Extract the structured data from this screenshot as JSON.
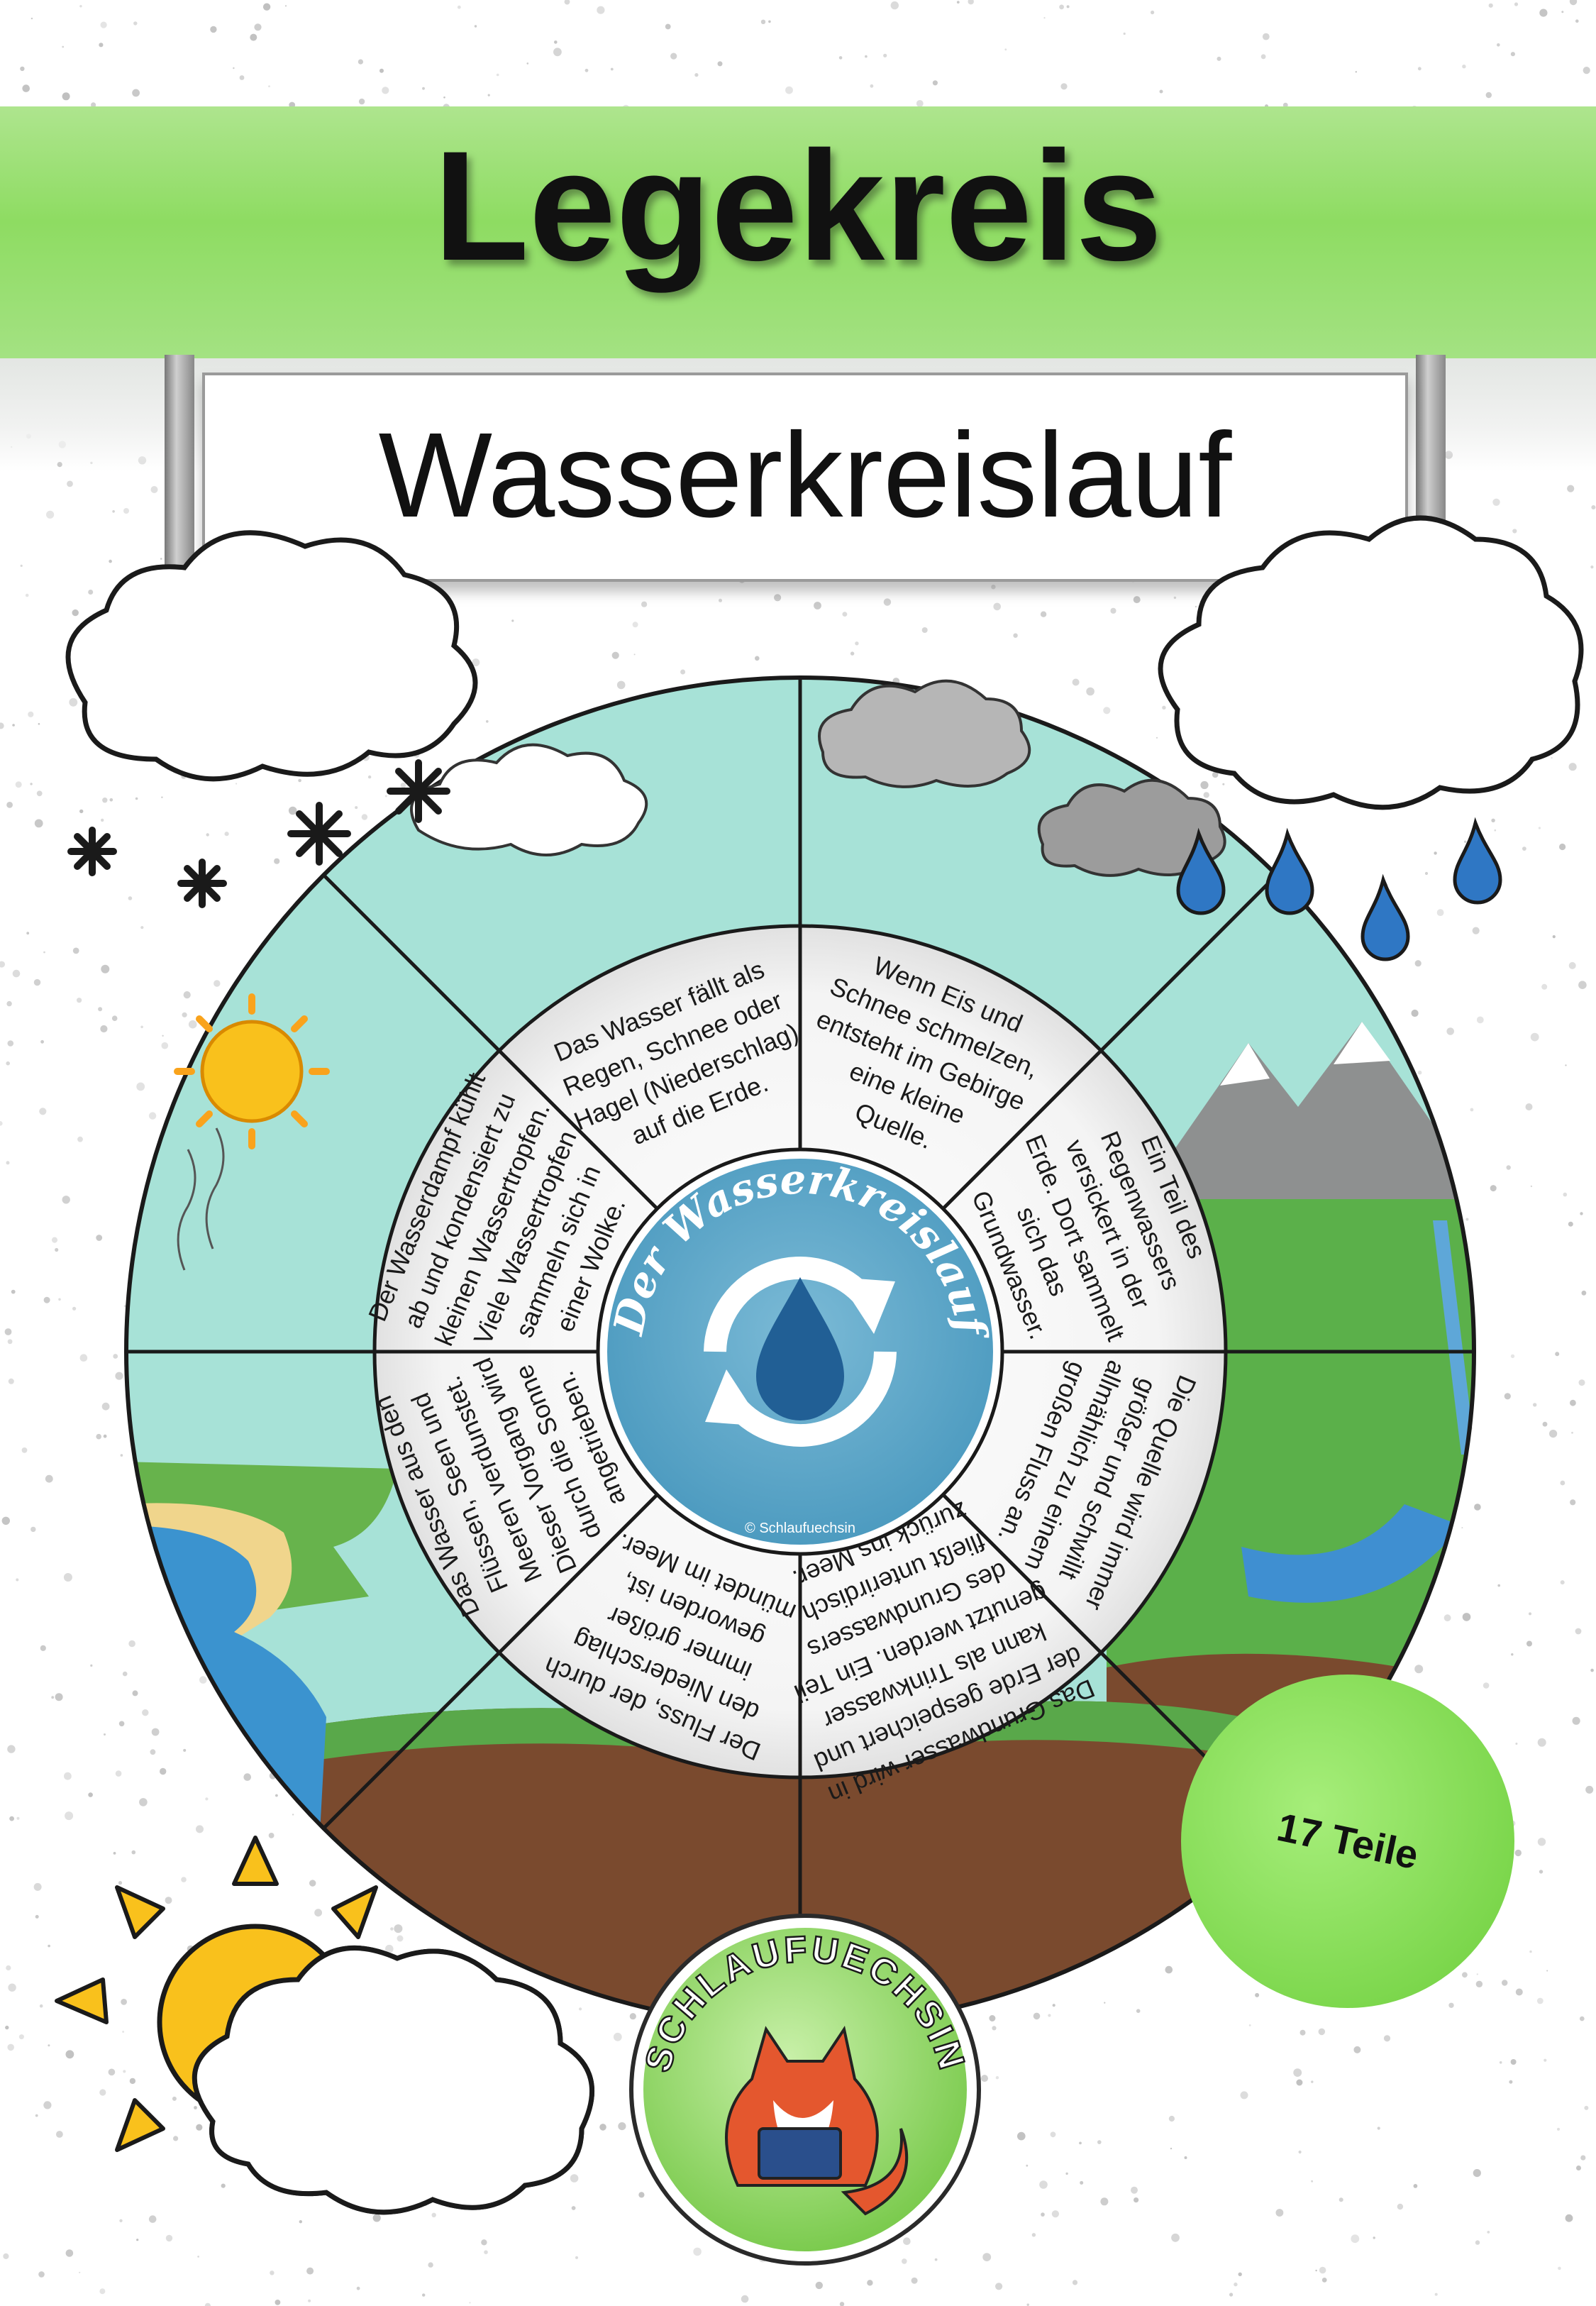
{
  "header": {
    "title": "Legekreis",
    "subtitle": "Wasserkreislauf"
  },
  "wheel": {
    "center_title": "Der Wasserkreislauf",
    "copyright": "© Schlaufuechsin",
    "segments": [
      {
        "id": "kondensation",
        "text": [
          "Der Wasserdampf kühlt",
          "ab und kondensiert zu",
          "kleinen Wassertropfen.",
          "Viele Wassertropfen",
          "sammeln sich in",
          "einer Wolke."
        ]
      },
      {
        "id": "niederschlag",
        "text": [
          "Das Wasser fällt als",
          "Regen, Schnee oder",
          "Hagel (Niederschlag)",
          "auf die Erde."
        ]
      },
      {
        "id": "quelle",
        "text": [
          "Wenn Eis und",
          "Schnee schmelzen,",
          "entsteht im Gebirge",
          "eine kleine",
          "Quelle."
        ]
      },
      {
        "id": "grundwasser",
        "text": [
          "Ein Teil des",
          "Regenwassers",
          "versickert in der",
          "Erde. Dort sammelt",
          "sich das",
          "Grundwasser."
        ]
      },
      {
        "id": "fluss",
        "text": [
          "Die Quelle wird immer",
          "größer und schwillt",
          "allmählich zu einem",
          "großen Fluss an."
        ]
      },
      {
        "id": "trinkwasser",
        "text": [
          "Das Grundwasser wird in",
          "der Erde gespeichert und",
          "kann als Trinkwasser",
          "genutzt werden. Ein Teil",
          "des Grundwassers",
          "fließt unterirdisch",
          "zurück ins Meer."
        ]
      },
      {
        "id": "meer",
        "text": [
          "Der Fluss, der durch",
          "den Niederschlag",
          "immer größer",
          "geworden ist,",
          "mündet im Meer."
        ]
      },
      {
        "id": "verdunstung",
        "text": [
          "Das Wasser aus den",
          "Flüssen, Seen und",
          "Meeren verdunstet.",
          "Dieser Vorgang wird",
          "durch die Sonne",
          "angetrieben."
        ]
      }
    ]
  },
  "badge": {
    "text": "17 Teile"
  },
  "logo": {
    "text": "SCHLAUFUECHSIN"
  },
  "colors": {
    "green_band": "#8edc62",
    "sky": "#a6e2d6",
    "center_blue": "#5aa6c8",
    "drop_blue": "#215f95",
    "badge_green": "#83d957",
    "sun_yellow": "#f9c11c"
  },
  "icons": [
    "cloud-icon",
    "snowflake-icon",
    "sun-icon",
    "raindrop-icon",
    "cycle-arrows-icon",
    "water-drop-icon",
    "fox-logo-icon"
  ]
}
